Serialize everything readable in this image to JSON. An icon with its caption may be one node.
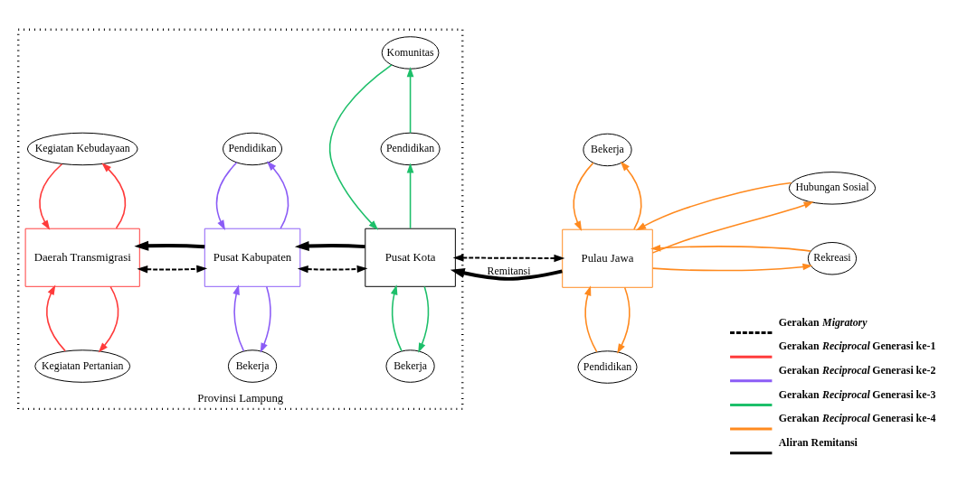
{
  "diagram": {
    "nodes": [
      {
        "text": [
          "Provinsi Lampung"
        ]
      },
      {
        "text": [
          "Daerah Transmigrasi"
        ],
        "in": 0
      },
      {
        "text": [
          "Kegiatan Kebudayaan"
        ],
        "in": 0
      },
      {
        "text": [
          "Kegiatan Pertanian"
        ],
        "in": 0
      },
      {
        "text": [
          "Pusat Kabupaten"
        ],
        "in": 0
      },
      {
        "text": [
          "Pendidikan"
        ],
        "in": 0
      },
      {
        "text": [
          "Bekerja"
        ],
        "in": 0
      },
      {
        "text": [
          "Pusat Kota"
        ],
        "in": 0
      },
      {
        "text": [
          "Pendidikan"
        ],
        "in": 0
      },
      {
        "text": [
          "Komunitas"
        ],
        "in": 0
      },
      {
        "text": [
          "Bekerja"
        ],
        "in": 0
      },
      {
        "text": [
          "Pulau Jawa"
        ]
      },
      {
        "text": [
          "Hubungan Sosial"
        ]
      },
      {
        "text": [
          "Rekreasi"
        ]
      },
      {
        "text": [
          "Pendidikan"
        ]
      },
      {
        "text": [
          "Bekerja"
        ]
      }
    ],
    "edges": [
      {
        "from": 1,
        "to": 2,
        "arrow": "to",
        "color": "#ff3b3b"
      },
      {
        "from": 2,
        "to": 1,
        "arrow": "to",
        "color": "#ff3b3b"
      },
      {
        "from": 1,
        "to": 3,
        "arrow": "to",
        "color": "#ff3b3b"
      },
      {
        "from": 3,
        "to": 1,
        "arrow": "to",
        "color": "#ff3b3b"
      },
      {
        "from": 1,
        "to": 4,
        "arrow": "both",
        "style": "dashed",
        "color": "#000000"
      },
      {
        "from": 4,
        "to": 1,
        "arrow": "to",
        "style": "thick",
        "color": "#000000"
      },
      {
        "from": 4,
        "to": 5,
        "arrow": "to",
        "color": "#8b5cf6"
      },
      {
        "from": 5,
        "to": 4,
        "arrow": "to",
        "color": "#8b5cf6"
      },
      {
        "from": 4,
        "to": 6,
        "arrow": "to",
        "color": "#8b5cf6"
      },
      {
        "from": 6,
        "to": 4,
        "arrow": "to",
        "color": "#8b5cf6"
      },
      {
        "from": 4,
        "to": 7,
        "arrow": "both",
        "style": "dashed",
        "color": "#000000"
      },
      {
        "from": 7,
        "to": 4,
        "arrow": "to",
        "style": "thick",
        "color": "#000000"
      },
      {
        "from": 7,
        "to": 8,
        "arrow": "to",
        "color": "#1dbf6a"
      },
      {
        "from": 8,
        "to": 9,
        "arrow": "to",
        "color": "#1dbf6a"
      },
      {
        "from": 9,
        "to": 7,
        "arrow": "to",
        "color": "#1dbf6a"
      },
      {
        "from": 7,
        "to": 10,
        "arrow": "to",
        "color": "#1dbf6a"
      },
      {
        "from": 10,
        "to": 7,
        "arrow": "to",
        "color": "#1dbf6a"
      },
      {
        "from": 7,
        "to": 11,
        "arrow": "both",
        "style": "dashed",
        "color": "#000000"
      },
      {
        "from": 11,
        "to": 7,
        "arrow": "to",
        "style": "thick",
        "color": "#000000",
        "label": "Remitansi"
      },
      {
        "from": 11,
        "to": 12,
        "arrow": "to",
        "color": "#ff8a1f"
      },
      {
        "from": 12,
        "to": 11,
        "arrow": "to",
        "color": "#ff8a1f"
      },
      {
        "from": 11,
        "to": 13,
        "arrow": "to",
        "color": "#ff8a1f"
      },
      {
        "from": 13,
        "to": 11,
        "arrow": "to",
        "color": "#ff8a1f"
      },
      {
        "from": 11,
        "to": 14,
        "arrow": "to",
        "color": "#ff8a1f"
      },
      {
        "from": 14,
        "to": 11,
        "arrow": "to",
        "color": "#ff8a1f"
      },
      {
        "from": 11,
        "to": 15,
        "arrow": "to",
        "color": "#ff8a1f"
      },
      {
        "from": 15,
        "to": 11,
        "arrow": "to",
        "color": "#ff8a1f"
      }
    ],
    "legend": [
      {
        "text": "Gerakan *Migratory*"
      },
      {
        "text": "Gerakan *Reciprocal* Generasi ke-1"
      },
      {
        "text": "Gerakan *Reciprocal* Generasi ke-2"
      },
      {
        "text": "Gerakan *Reciprocal* Generasi ke-3"
      },
      {
        "text": "Gerakan *Reciprocal* Generasi ke-4"
      },
      {
        "text": "Aliran Remitansi"
      }
    ]
  }
}
